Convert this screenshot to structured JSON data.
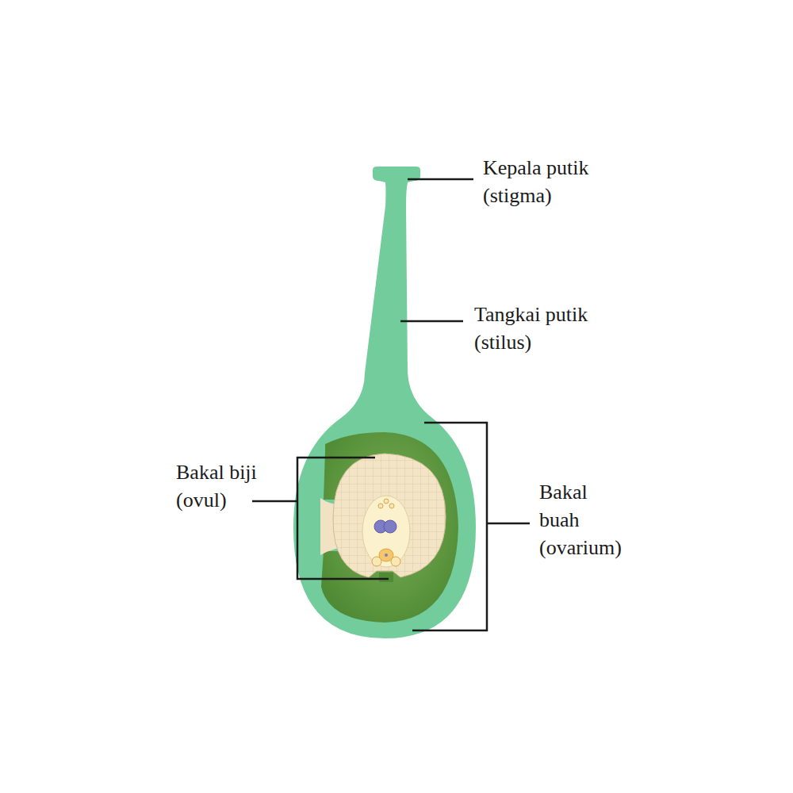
{
  "diagram": {
    "labels": [
      "Kepala putik (stigma)",
      "Tangkai putik (stilus)",
      "Bakal biji (ovul)",
      "Bakal buah (ovarium)"
    ]
  }
}
